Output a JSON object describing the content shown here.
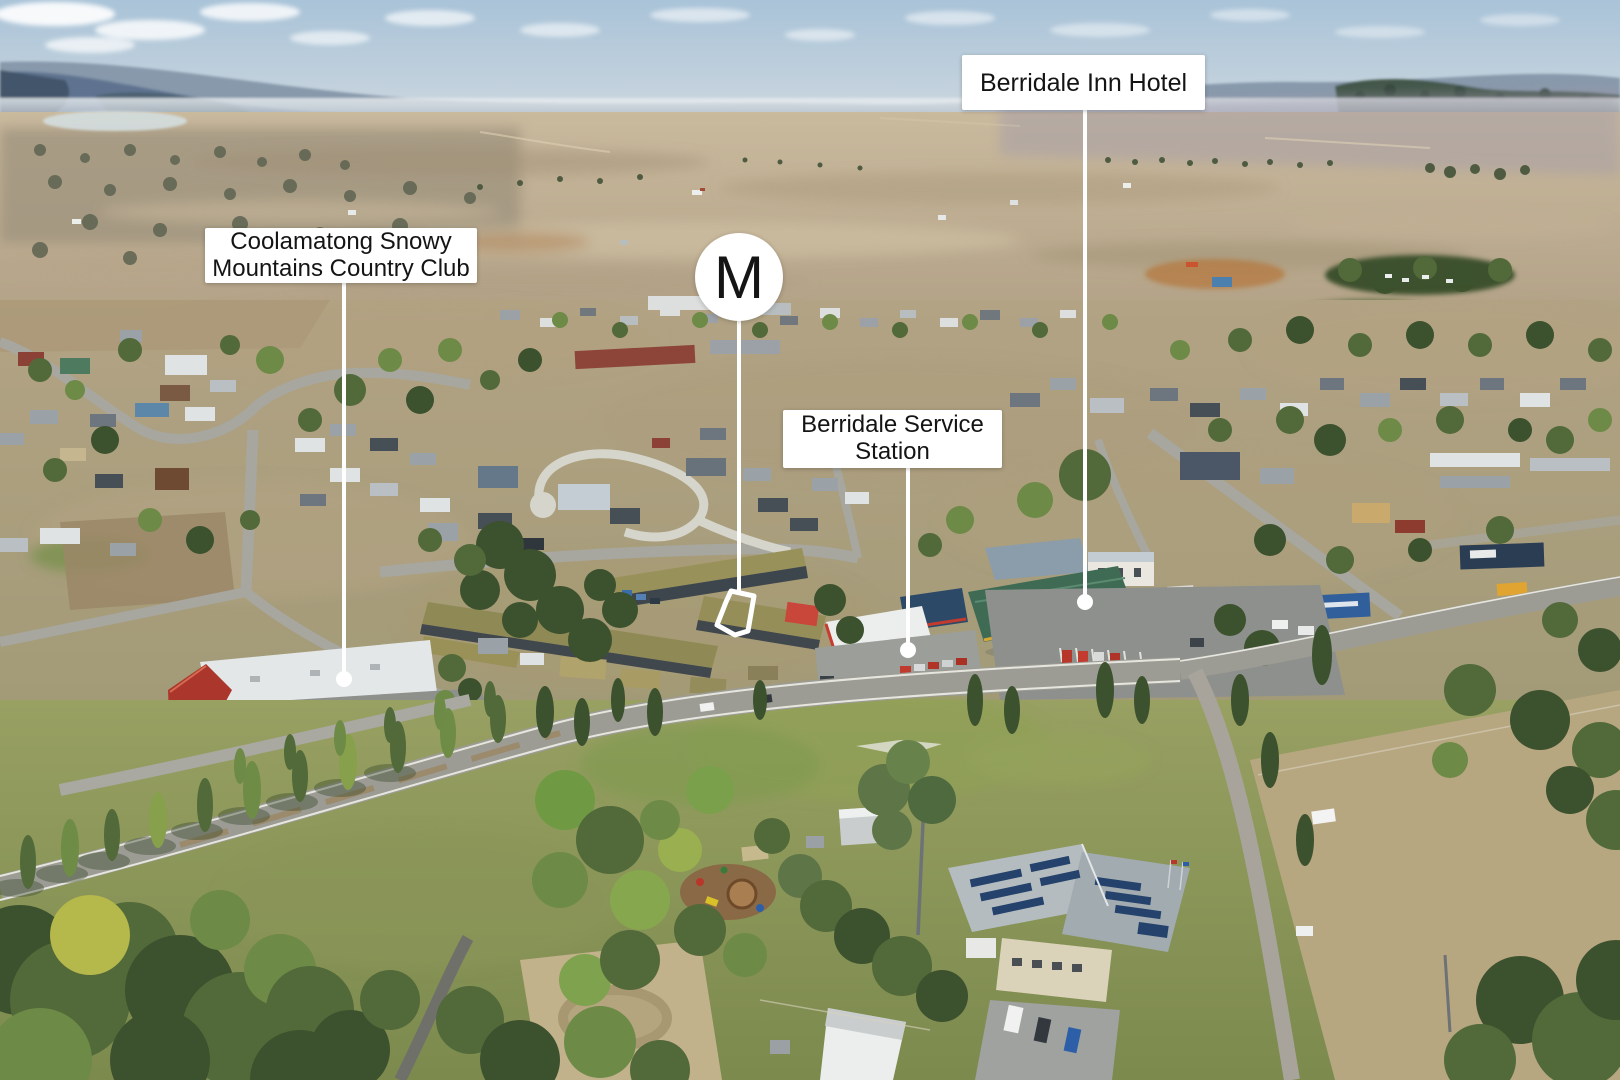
{
  "annotations": {
    "style": {
      "label_bg": "#ffffff",
      "label_text": "#141414",
      "line_color": "#ffffff",
      "highlight_outline": "#ffffff"
    },
    "country_club": {
      "label": "Coolamatong Snowy\nMountains Country Club"
    },
    "marker_m": {
      "letter": "M"
    },
    "service_station": {
      "label": "Berridale Service\nStation"
    },
    "hotel": {
      "label": "Berridale Inn Hotel"
    }
  },
  "palette": {
    "sky": "#bfd0dd",
    "hills": "#7e91a5",
    "plains": "#c0ae92",
    "town_ground": "#ab9c7c",
    "roads": "#a0a099",
    "vegetation": "#52693a",
    "grass_foreground": "#8b9458"
  }
}
